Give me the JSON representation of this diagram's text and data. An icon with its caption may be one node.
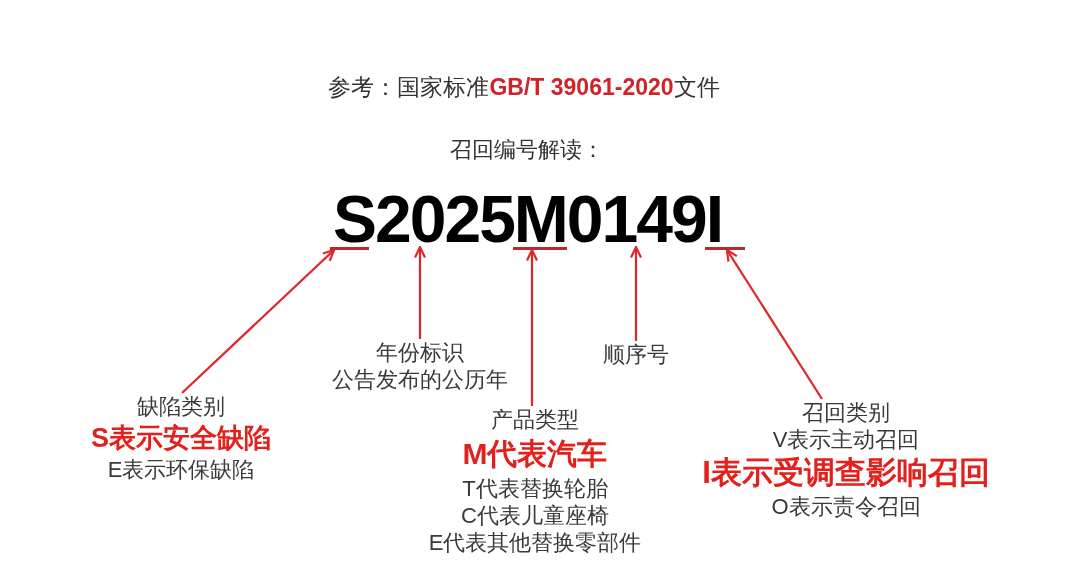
{
  "diagram": {
    "title": "召回编号解读：",
    "nodes": [
      {
        "text": [
          "S2025M0149I"
        ]
      },
      {
        "text": [],
        "shape": "bar"
      },
      {
        "text": [],
        "shape": "bar"
      },
      {
        "text": [],
        "shape": "bar"
      },
      {
        "text": [
          "年份标识",
          "公告发布的公历年"
        ]
      },
      {
        "text": [
          "顺序号"
        ]
      },
      {
        "text": [
          "缺陷类别",
          "S表示安全缺陷",
          "E表示环保缺陷"
        ]
      },
      {
        "text": [
          "产品类型",
          "M代表汽车",
          "T代表替换轮胎",
          "C代表儿童座椅",
          "E代表其他替换零部件"
        ]
      },
      {
        "text": [
          "召回类别",
          "V表示主动召回",
          "I表示受调查影响召回",
          "O表示责令召回"
        ]
      }
    ],
    "edges": [
      {
        "from": 6,
        "to": 1,
        "arrow": "to"
      },
      {
        "from": 4,
        "to": 0,
        "arrow": "to"
      },
      {
        "from": 7,
        "to": 2,
        "arrow": "to"
      },
      {
        "from": 5,
        "to": 0,
        "arrow": "to"
      },
      {
        "from": 8,
        "to": 3,
        "arrow": "to"
      }
    ],
    "labels": [
      "参考：国家标准**GB/T 39061-2020**文件"
    ]
  }
}
